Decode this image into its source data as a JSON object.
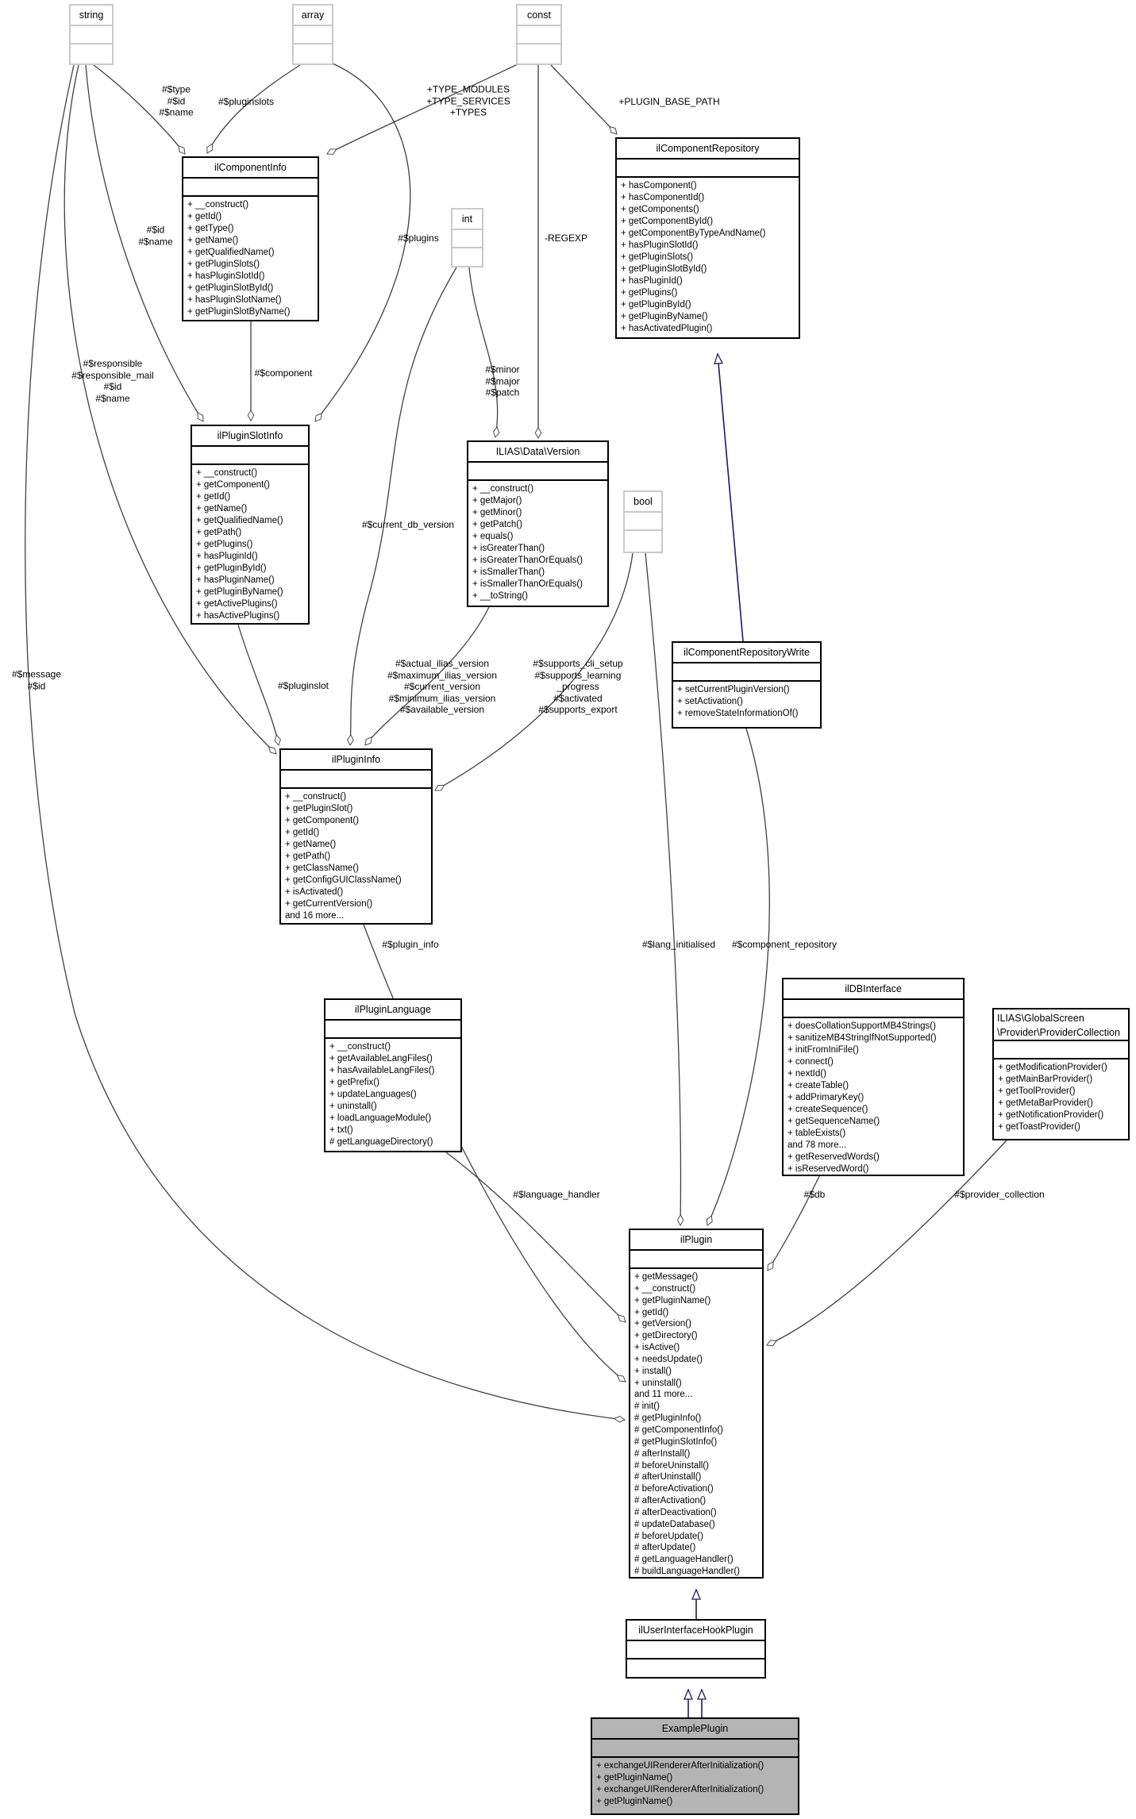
{
  "diagram_title": "ILIAS plugin component collaboration diagram",
  "colors": {
    "inheritance_edge": "#191970",
    "association_edge": "#404040",
    "muted_box_border": "#c9c9c9",
    "highlight_box_fill": "#b4b4b4",
    "box_border": "#000000",
    "background": "#ffffff"
  },
  "classes": {
    "string": {
      "name": "string",
      "methods": []
    },
    "array": {
      "name": "array",
      "methods": []
    },
    "const": {
      "name": "const",
      "methods": []
    },
    "int": {
      "name": "int",
      "methods": []
    },
    "bool": {
      "name": "bool",
      "methods": []
    },
    "componentInfo": {
      "name": "ilComponentInfo",
      "methods": [
        "+ __construct()",
        "+ getId()",
        "+ getType()",
        "+ getName()",
        "+ getQualifiedName()",
        "+ getPluginSlots()",
        "+ hasPluginSlotId()",
        "+ getPluginSlotById()",
        "+ hasPluginSlotName()",
        "+ getPluginSlotByName()"
      ]
    },
    "componentRepository": {
      "name": "ilComponentRepository",
      "methods": [
        "+ hasComponent()",
        "+ hasComponentId()",
        "+ getComponents()",
        "+ getComponentById()",
        "+ getComponentByTypeAndName()",
        "+ hasPluginSlotId()",
        "+ getPluginSlots()",
        "+ getPluginSlotById()",
        "+ hasPluginId()",
        "+ getPlugins()",
        "+ getPluginById()",
        "+ getPluginByName()",
        "+ hasActivatedPlugin()"
      ]
    },
    "pluginSlotInfo": {
      "name": "ilPluginSlotInfo",
      "methods": [
        "+ __construct()",
        "+ getComponent()",
        "+ getId()",
        "+ getName()",
        "+ getQualifiedName()",
        "+ getPath()",
        "+ getPlugins()",
        "+ hasPluginId()",
        "+ getPluginById()",
        "+ hasPluginName()",
        "+ getPluginByName()",
        "+ getActivePlugins()",
        "+ hasActivePlugins()"
      ]
    },
    "version": {
      "name": "ILIAS\\Data\\Version",
      "methods": [
        "+ __construct()",
        "+ getMajor()",
        "+ getMinor()",
        "+ getPatch()",
        "+ equals()",
        "+ isGreaterThan()",
        "+ isGreaterThanOrEquals()",
        "+ isSmallerThan()",
        "+ isSmallerThanOrEquals()",
        "+ __toString()"
      ]
    },
    "componentRepositoryWrite": {
      "name": "ilComponentRepositoryWrite",
      "methods": [
        "+ setCurrentPluginVersion()",
        "+ setActivation()",
        "+ removeStateInformationOf()"
      ]
    },
    "pluginInfo": {
      "name": "ilPluginInfo",
      "methods": [
        "+ __construct()",
        "+ getPluginSlot()",
        "+ getComponent()",
        "+ getId()",
        "+ getName()",
        "+ getPath()",
        "+ getClassName()",
        "+ getConfigGUIClassName()",
        "+ isActivated()",
        "+ getCurrentVersion()",
        "and 16 more..."
      ]
    },
    "pluginLanguage": {
      "name": "ilPluginLanguage",
      "methods": [
        "+ __construct()",
        "+ getAvailableLangFiles()",
        "+ hasAvailableLangFiles()",
        "+ getPrefix()",
        "+ updateLanguages()",
        "+ uninstall()",
        "+ loadLanguageModule()",
        "+ txt()",
        "# getLanguageDirectory()"
      ]
    },
    "dbInterface": {
      "name": "ilDBInterface",
      "methods": [
        "+ doesCollationSupportMB4Strings()",
        "+ sanitizeMB4StringIfNotSupported()",
        "+ initFromIniFile()",
        "+ connect()",
        "+ nextId()",
        "+ createTable()",
        "+ addPrimaryKey()",
        "+ createSequence()",
        "+ getSequenceName()",
        "+ tableExists()",
        "and 78 more...",
        "+ getReservedWords()",
        "+ isReservedWord()"
      ]
    },
    "providerCollection": {
      "name": "ILIAS\\GlobalScreen\n\\Provider\\ProviderCollection",
      "methods": [
        "+ getModificationProvider()",
        "+ getMainBarProvider()",
        "+ getToolProvider()",
        "+ getMetaBarProvider()",
        "+ getNotificationProvider()",
        "+ getToastProvider()"
      ]
    },
    "plugin": {
      "name": "ilPlugin",
      "methods": [
        "+ getMessage()",
        "+ __construct()",
        "+ getPluginName()",
        "+ getId()",
        "+ getVersion()",
        "+ getDirectory()",
        "+ isActive()",
        "+ needsUpdate()",
        "+ install()",
        "+ uninstall()",
        "and 11 more...",
        "# init()",
        "# getPluginInfo()",
        "# getComponentInfo()",
        "# getPluginSlotInfo()",
        "# afterInstall()",
        "# beforeUninstall()",
        "# afterUninstall()",
        "# beforeActivation()",
        "# afterActivation()",
        "# afterDeactivation()",
        "# updateDatabase()",
        "# beforeUpdate()",
        "# afterUpdate()",
        "# getLanguageHandler()",
        "# buildLanguageHandler()"
      ]
    },
    "uiHookPlugin": {
      "name": "ilUserInterfaceHookPlugin",
      "methods": []
    },
    "examplePlugin": {
      "name": "ExamplePlugin",
      "methods": [
        "+ exchangeUIRendererAfterInitialization()",
        "+ getPluginName()",
        "+ exchangeUIRendererAfterInitialization()",
        "+ getPluginName()"
      ]
    }
  },
  "edge_labels": {
    "type_id_name": "#$type\n#$id\n#$name",
    "pluginslots": "#$pluginslots",
    "types": "+TYPE_MODULES\n+TYPE_SERVICES\n+TYPES",
    "plugin_base_path": "+PLUGIN_BASE_PATH",
    "id_name": "#$id\n#$name",
    "plugins": "#$plugins",
    "regexp": "-REGEXP",
    "minor_major_patch": "#$minor\n#$major\n#$patch",
    "responsible": "#$responsible\n#$responsible_mail\n#$id\n#$name",
    "component": "#$component",
    "current_db_version": "#$current_db_version",
    "message_id": "#$message\n#$id",
    "pluginslot": "#$pluginslot",
    "versions": "#$actual_ilias_version\n#$maximum_ilias_version\n#$current_version\n#$minimum_ilias_version\n#$available_version",
    "supports": "#$supports_cli_setup\n#$supports_learning\n_progress\n#$activated\n#$supports_export",
    "plugin_info": "#$plugin_info",
    "lang_initialised": "#$lang_initialised",
    "component_repository": "#$component_repository",
    "language_handler": "#$language_handler",
    "db": "#$db",
    "provider_collection": "#$provider_collection"
  }
}
